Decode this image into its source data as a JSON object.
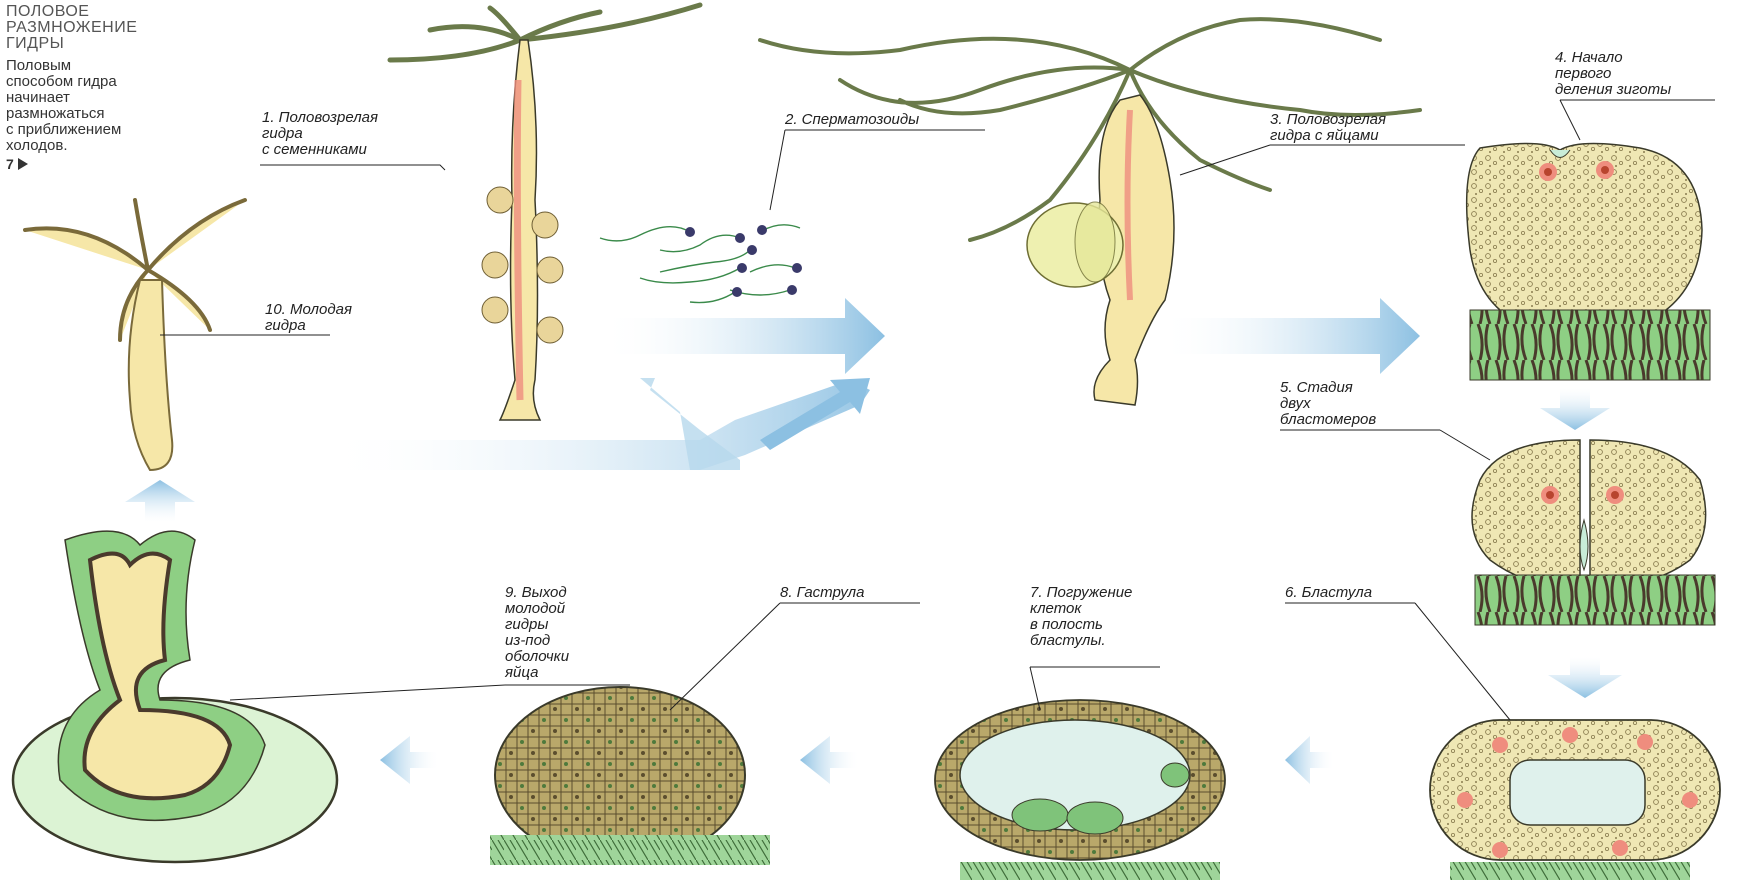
{
  "heading": {
    "title": "ПОЛОВОЕ\nРАЗМНОЖЕНИЕ\nГИДРЫ",
    "description": "Половым\nспособом гидра\nначинает\nразмножаться\nс приближением\nхолодов.",
    "reference": "7"
  },
  "stages": [
    {
      "label": "1. Половозрелая\nгидра\nс семенниками"
    },
    {
      "label": "2. Сперматозоиды"
    },
    {
      "label": "3. Половозрелая\nгидра с яйцами"
    },
    {
      "label": "4. Начало\nпервого\nделения зиготы"
    },
    {
      "label": "5. Стадия\nдвух\nбластомеров"
    },
    {
      "label": "6. Бластула"
    },
    {
      "label": "7. Погружение\nклеток\nв полость\nбластулы."
    },
    {
      "label": "8. Гаструла"
    },
    {
      "label": "9. Выход\nмолодой\nгидры\nиз-под\nоболочки\nяйца"
    },
    {
      "label": "10. Молодая\nгидра"
    }
  ],
  "colors": {
    "arrow": "#9ccbe6",
    "hydra_body": "#f6e7a8",
    "hydra_core": "#ef8d7e",
    "egg_fill": "#efe7b4",
    "tissue_green": "#7fc37a",
    "tissue_dark": "#4a3a2c",
    "outline": "#3a3a2a"
  },
  "icons": [
    "arrow-right-icon",
    "arrow-down-icon",
    "arrow-left-icon",
    "arrow-up-icon",
    "play-triangle-icon"
  ]
}
